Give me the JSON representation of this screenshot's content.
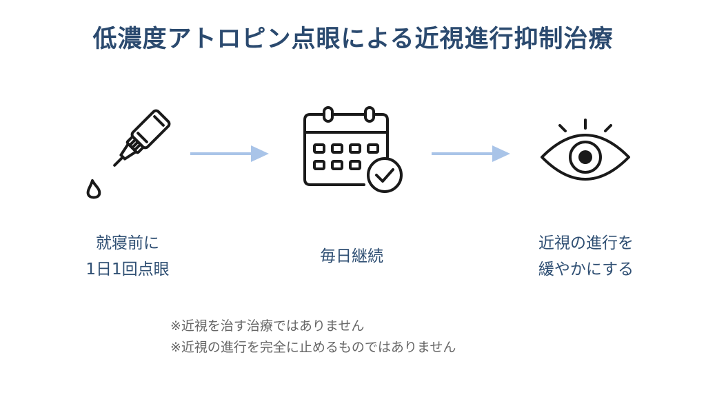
{
  "title": "低濃度アトロピン点眼による近視進行抑制治療",
  "steps": [
    {
      "icon": "eye-dropper-icon",
      "lines": [
        "就寝前に",
        "1日1回点眼"
      ]
    },
    {
      "icon": "calendar-check-icon",
      "lines": [
        "毎日継続"
      ]
    },
    {
      "icon": "eye-icon",
      "lines": [
        "近視の進行を",
        "緩やかにする"
      ]
    }
  ],
  "notes": [
    "※近視を治す治療ではありません",
    "※近視の進行を完全に止めるものではありません"
  ],
  "colors": {
    "title": "#2b4a6f",
    "label": "#2f4f73",
    "arrow": "#a9c4e8",
    "icon_stroke": "#1a1a1a",
    "note": "#666666"
  }
}
